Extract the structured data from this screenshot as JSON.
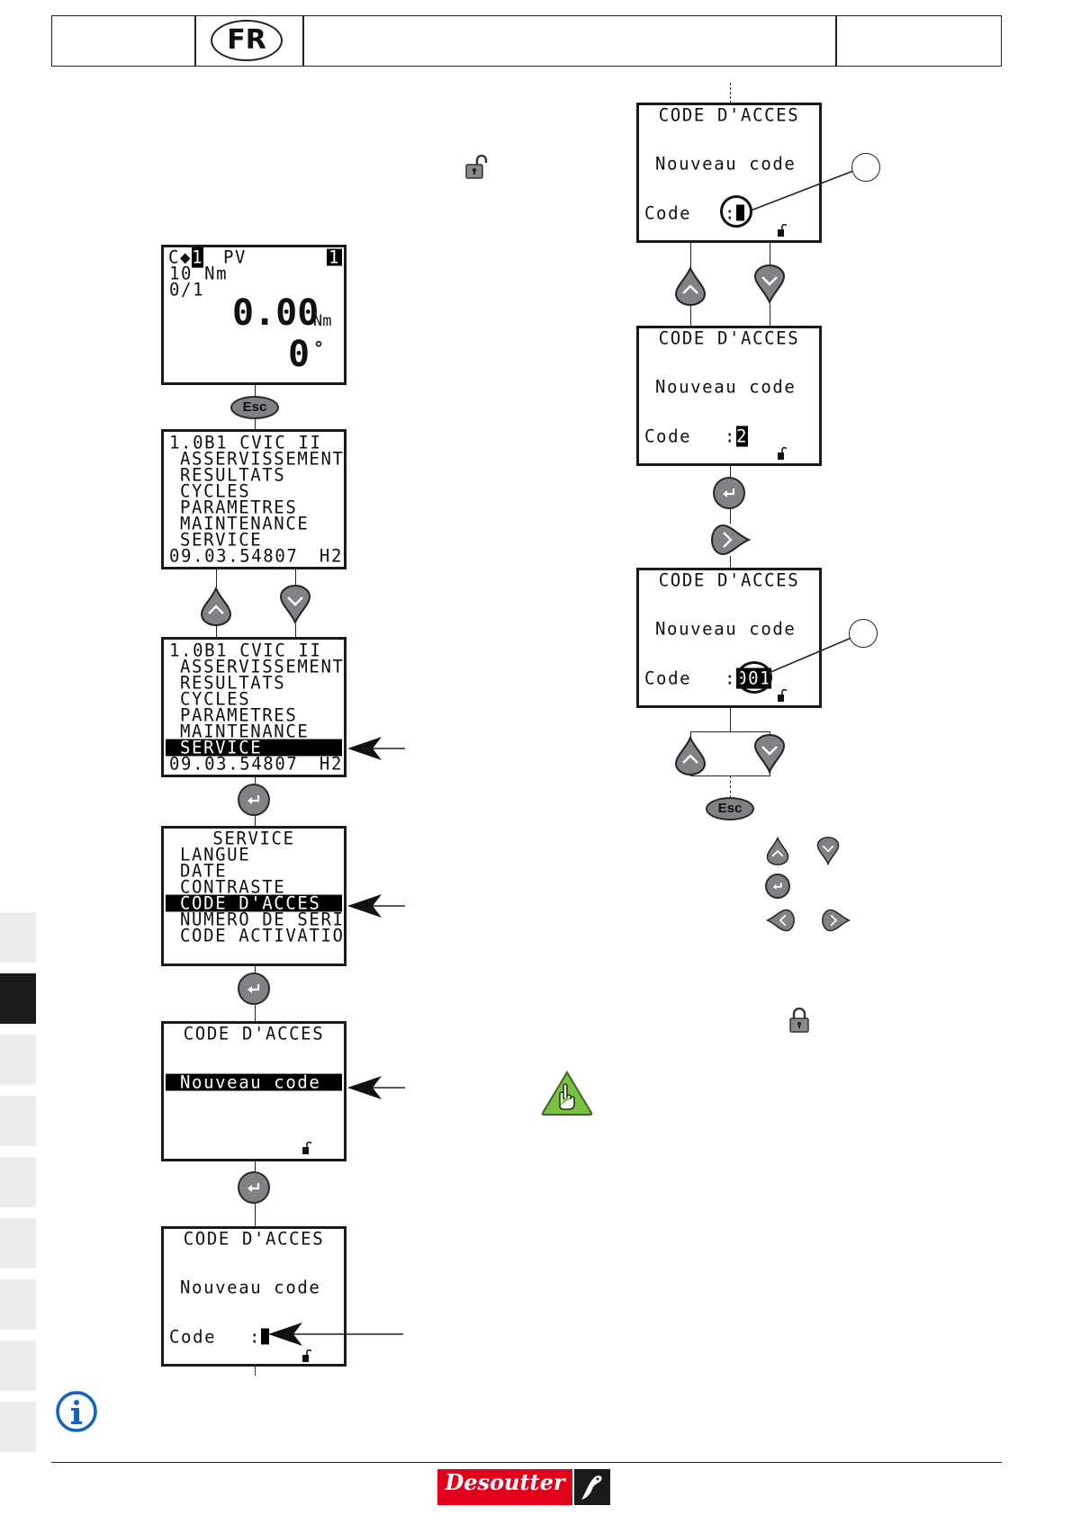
{
  "header": {
    "lang": "FR"
  },
  "screen_main": {
    "l1_prog": "C◆",
    "l1_num": "1",
    "l1_mode": "PV",
    "l1_right": "1",
    "l2": "10 Nm",
    "l3": "0/1",
    "torque": "0.00",
    "torque_unit": "Nm",
    "angle": "0",
    "angle_unit": "°"
  },
  "esc_label": "Esc",
  "menu_main": {
    "l0": "1.0B1 CVIC II",
    "items": [
      "ASSERVISSEMENT",
      "RESULTATS",
      "CYCLES",
      "PARAMETRES",
      "MAINTENANCE",
      "SERVICE"
    ],
    "footer_ref": "09.03.54807",
    "footer_code": "H2"
  },
  "menu_service": {
    "title": "SERVICE",
    "items": [
      "LANGUE",
      "DATE",
      "CONTRASTE",
      "CODE D'ACCES",
      "NUMERO DE SERIE",
      "CODE ACTIVATION"
    ]
  },
  "code_screen": {
    "title": "CODE D'ACCES",
    "new_code": "Nouveau code",
    "code_label": "Code",
    "colon": ":",
    "digit_step2": "2",
    "digits_step3": "001"
  },
  "brand": {
    "name": "Desoutter",
    "color": "#e2001a"
  },
  "colors": {
    "button": "#808285",
    "info": "#1565c0",
    "tip": "#7ac143"
  }
}
